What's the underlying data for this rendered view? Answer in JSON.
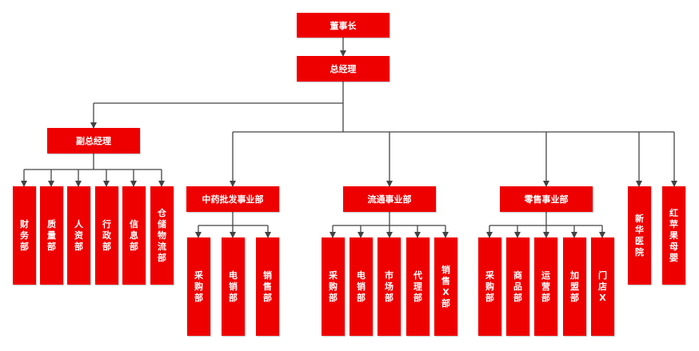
{
  "org": {
    "chairman": "董事长",
    "gm": "总经理",
    "deputy": "副总经理",
    "deputy_depts": [
      "财务部",
      "质量部",
      "人资部",
      "行政部",
      "信息部",
      "仓储物流部"
    ],
    "divisions": [
      {
        "name": "中药批发事业部",
        "depts": [
          "采购部",
          "电销部",
          "销售部"
        ]
      },
      {
        "name": "流通事业部",
        "depts": [
          "采购部",
          "电销部",
          "市场部",
          "代理部",
          "销售X部"
        ]
      },
      {
        "name": "零售事业部",
        "depts": [
          "采购部",
          "商品部",
          "运营部",
          "加盟部",
          "门店X"
        ]
      }
    ],
    "standalone": [
      "新华医院",
      "红苹果母婴"
    ]
  },
  "colors": {
    "box": "#ee0000",
    "text": "#ffffff",
    "line": "#444444"
  }
}
